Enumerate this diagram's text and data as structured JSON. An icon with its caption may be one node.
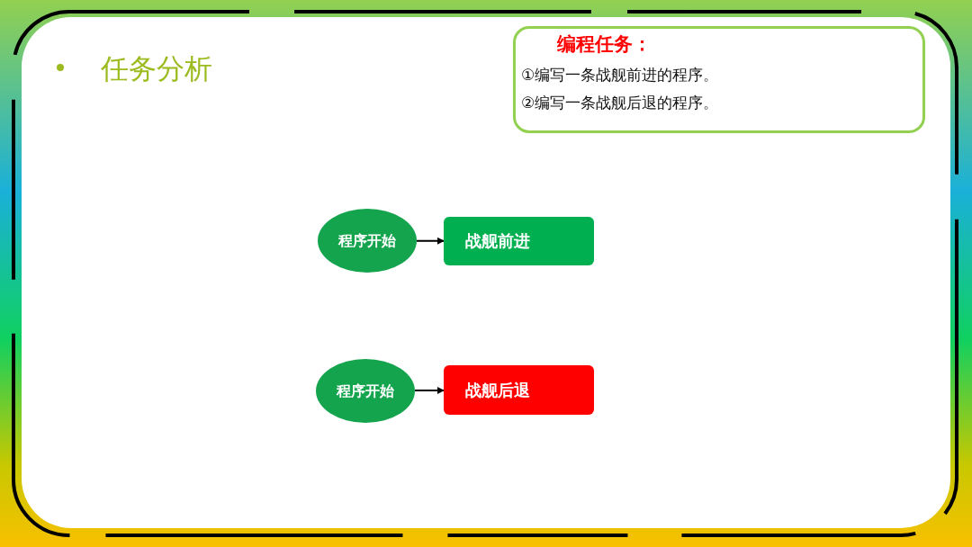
{
  "diagram": {
    "title": "任务分析",
    "nodes": [
      {
        "text": [
          "编程任务：",
          "①编写一条战舰前进的程序。",
          "②编写一条战舰后退的程序。"
        ]
      },
      {
        "text": [
          "程序开始"
        ]
      },
      {
        "text": [
          "战舰前进"
        ]
      },
      {
        "text": [
          "程序开始"
        ]
      },
      {
        "text": [
          "战舰后退"
        ]
      }
    ],
    "edges": [
      {
        "from": 1,
        "to": 2,
        "arrow": "to"
      },
      {
        "from": 3,
        "to": 4,
        "arrow": "to"
      }
    ]
  }
}
